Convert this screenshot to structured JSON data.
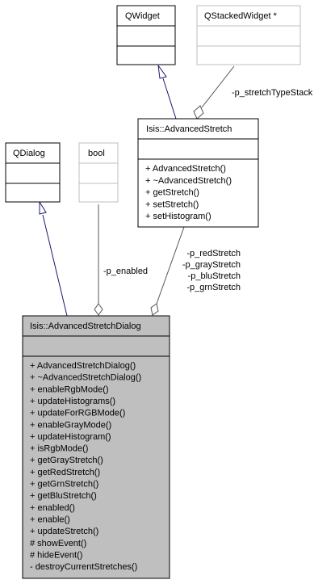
{
  "diagram": {
    "classes": {
      "qwidget": {
        "name": "QWidget",
        "members": []
      },
      "qstackedwidget": {
        "name": "QStackedWidget *",
        "members": []
      },
      "advanced_stretch": {
        "name": "Isis::AdvancedStretch",
        "members": [
          "+ AdvancedStretch()",
          "+ ~AdvancedStretch()",
          "+ getStretch()",
          "+ setStretch()",
          "+ setHistogram()"
        ]
      },
      "qdialog": {
        "name": "QDialog",
        "members": []
      },
      "bool": {
        "name": "bool",
        "members": []
      },
      "advanced_stretch_dialog": {
        "name": "Isis::AdvancedStretchDialog",
        "members": [
          "+ AdvancedStretchDialog()",
          "+ ~AdvancedStretchDialog()",
          "+ enableRgbMode()",
          "+ updateHistograms()",
          "+ updateForRGBMode()",
          "+ enableGrayMode()",
          "+ updateHistogram()",
          "+ isRgbMode()",
          "+ getGrayStretch()",
          "+ getRedStretch()",
          "+ getGrnStretch()",
          "+ getBluStretch()",
          "+ enabled()",
          "+ enable()",
          "+ updateStretch()",
          "# showEvent()",
          "# hideEvent()",
          "- destroyCurrentStretches()"
        ]
      }
    },
    "edge_labels": {
      "stretch_type_stack": "-p_stretchTypeStack",
      "enabled": "-p_enabled",
      "stretches": [
        "-p_redStretch",
        "-p_grayStretch",
        "-p_bluStretch",
        "-p_grnStretch"
      ]
    },
    "colors": {
      "highlight_fill": "#bfbfbf",
      "inheritance_line": "#191970",
      "grey_border": "#bfbfbf"
    }
  }
}
